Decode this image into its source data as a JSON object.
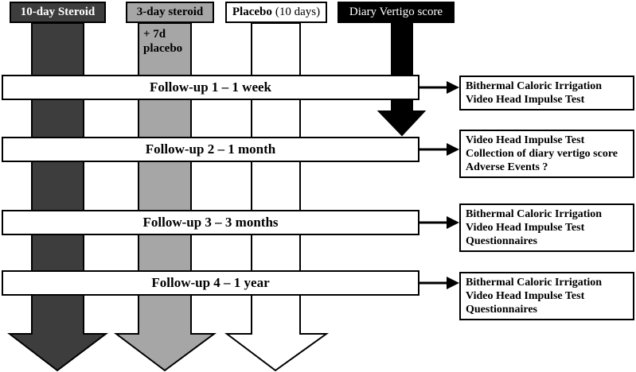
{
  "headers": {
    "steroid10": "10-day Steroid",
    "steroid3": "3-day steroid",
    "placebo_main": "Placebo",
    "placebo_sub": "(10 days)",
    "vertigo": "Diary Vertigo score"
  },
  "steroid3_note": "+ 7d\nplacebo",
  "followups": [
    {
      "label": "Follow-up 1 – 1 week",
      "results": [
        "Bithermal Caloric Irrigation",
        "Video Head Impulse Test"
      ]
    },
    {
      "label": "Follow-up 2  – 1 month",
      "results": [
        "Video Head Impulse Test",
        "Collection of diary vertigo score",
        "Adverse Events ?"
      ]
    },
    {
      "label": "Follow-up 3  – 3 months",
      "results": [
        "Bithermal Caloric Irrigation",
        "Video Head Impulse Test",
        "Questionnaires"
      ]
    },
    {
      "label": "Follow-up 4  – 1 year",
      "results": [
        "Bithermal Caloric Irrigation",
        "Video Head Impulse Test",
        "Questionnaires"
      ]
    }
  ],
  "colors": {
    "steroid10": "#3d3d3d",
    "steroid3": "#a6a6a6",
    "placebo": "#ffffff",
    "vertigo": "#000000"
  }
}
